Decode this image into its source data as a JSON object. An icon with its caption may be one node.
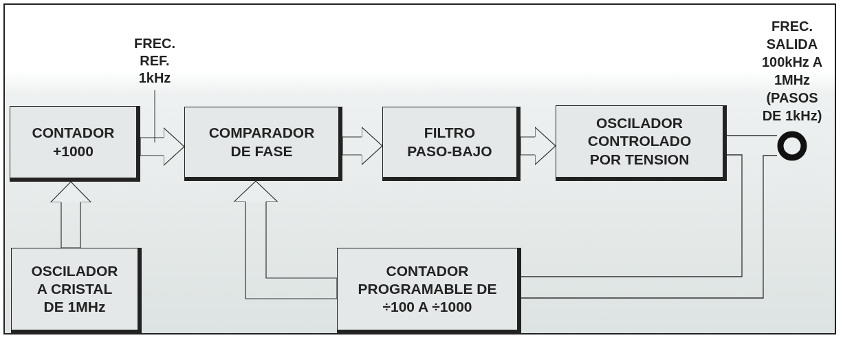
{
  "diagram": {
    "nodes": [
      {
        "text": [
          "CONTADOR +1000"
        ]
      },
      {
        "text": [
          "COMPARADOR DE FASE"
        ]
      },
      {
        "text": [
          "FILTRO PASO-BAJO"
        ]
      },
      {
        "text": [
          "OSCILADOR CONTROLADO POR TENSION"
        ]
      },
      {
        "text": [],
        "shape": "circle",
        "beside": [
          "FREC. SALIDA 100kHz A 1MHz (PASOS DE 1kHz)"
        ]
      },
      {
        "text": [
          "OSCILADOR A CRISTAL DE 1MHz"
        ]
      },
      {
        "text": [
          "CONTADOR PROGRAMABLE DE  ÷100 A ÷1000"
        ]
      },
      {
        "text": [
          "FREC. REF. 1kHz"
        ]
      }
    ],
    "edges": [
      {
        "from": 0,
        "to": 1,
        "arrow": "to"
      },
      {
        "from": 1,
        "to": 2,
        "arrow": "to"
      },
      {
        "from": 2,
        "to": 3,
        "arrow": "to"
      },
      {
        "from": 5,
        "to": 0,
        "arrow": "to"
      },
      {
        "from": 3,
        "to": 4,
        "arrow": "none"
      },
      {
        "from": 3,
        "to": 6,
        "arrow": "none"
      },
      {
        "from": 4,
        "to": 6,
        "arrow": "none"
      },
      {
        "from": 6,
        "to": 1,
        "arrow": "to"
      },
      {
        "from": 7,
        "to": null,
        "arrow": "none"
      }
    ]
  }
}
